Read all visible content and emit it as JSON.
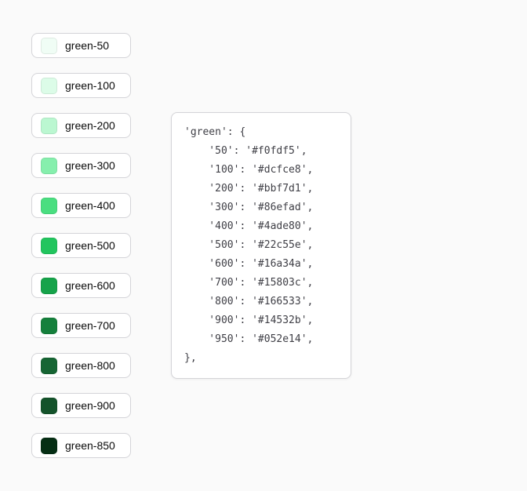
{
  "page": {
    "background": "#fafafa",
    "button_bg": "#ffffff",
    "border_color": "#d4d4d8",
    "label_color": "#0a0a0a",
    "code_text_color": "#3f3f46"
  },
  "palette_buttons": [
    {
      "label": "green-50",
      "swatch_color": "#f0fdf5"
    },
    {
      "label": "green-100",
      "swatch_color": "#dcfce8"
    },
    {
      "label": "green-200",
      "swatch_color": "#bbf7d1"
    },
    {
      "label": "green-300",
      "swatch_color": "#86efad"
    },
    {
      "label": "green-400",
      "swatch_color": "#4ade80"
    },
    {
      "label": "green-500",
      "swatch_color": "#22c55e"
    },
    {
      "label": "green-600",
      "swatch_color": "#16a34a"
    },
    {
      "label": "green-700",
      "swatch_color": "#15803c"
    },
    {
      "label": "green-800",
      "swatch_color": "#166533"
    },
    {
      "label": "green-900",
      "swatch_color": "#14532b"
    },
    {
      "label": "green-850",
      "swatch_color": "#052e14"
    }
  ],
  "code_panel": {
    "lines": [
      "'green': {",
      "    '50': '#f0fdf5',",
      "    '100': '#dcfce8',",
      "    '200': '#bbf7d1',",
      "    '300': '#86efad',",
      "    '400': '#4ade80',",
      "    '500': '#22c55e',",
      "    '600': '#16a34a',",
      "    '700': '#15803c',",
      "    '800': '#166533',",
      "    '900': '#14532b',",
      "    '950': '#052e14',",
      "},"
    ]
  }
}
